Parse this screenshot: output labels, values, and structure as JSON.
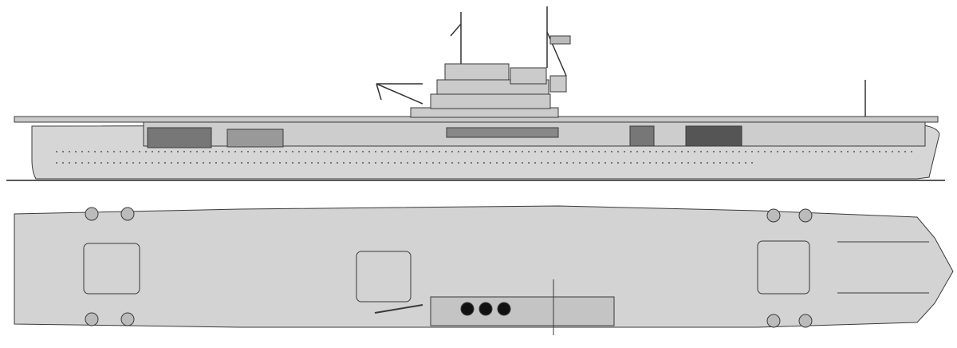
{
  "colors": {
    "hull": "#d4d4d4",
    "deck": "#cfcfcf",
    "line": "#3a3a3a",
    "dark": "#555555",
    "background": "#ffffff"
  },
  "views": [
    {
      "id": "profile",
      "icon": "ship-profile"
    },
    {
      "id": "plan",
      "icon": "ship-plan"
    }
  ]
}
